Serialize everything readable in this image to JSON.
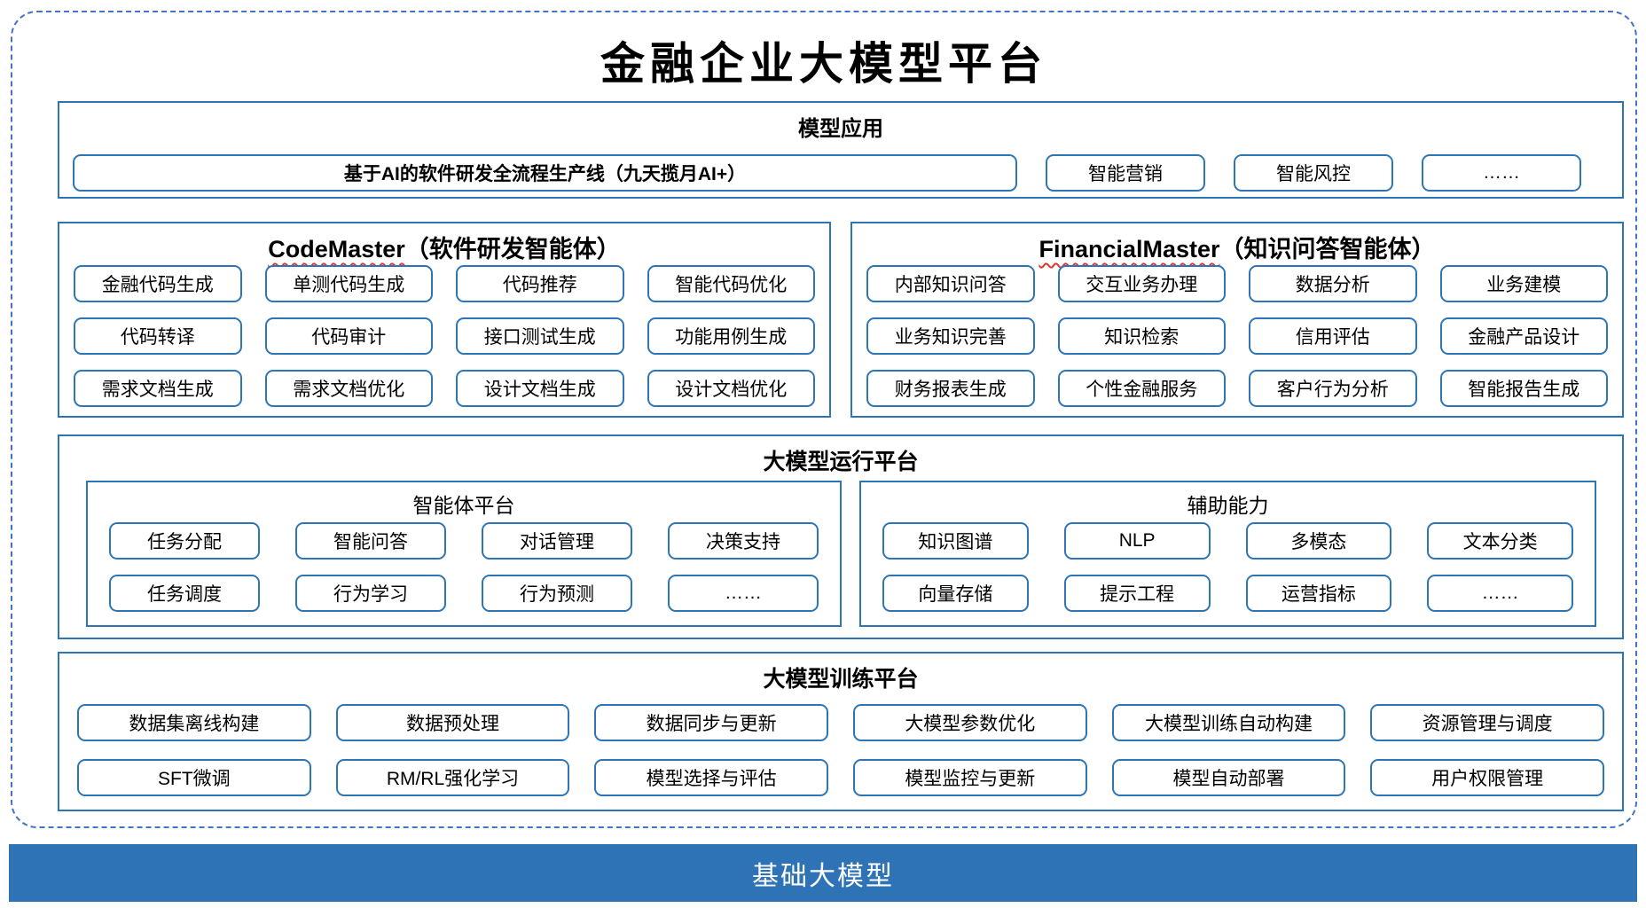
{
  "title": "金融企业大模型平台",
  "colors": {
    "panel_border": "#2E75B6",
    "outer_dashed_border": "#4472C4",
    "base_bar_blue": "#2E73B5",
    "squiggle_red": "#E8352B"
  },
  "model_app": {
    "title": "模型应用",
    "main_box": "基于AI的软件研发全流程生产线（九天揽月AI+）",
    "boxes": [
      "智能营销",
      "智能风控",
      "……"
    ]
  },
  "code_master": {
    "title_en": "CodeMaster",
    "title_zh": "（软件研发智能体）",
    "boxes": [
      "金融代码生成",
      "单测代码生成",
      "代码推荐",
      "智能代码优化",
      "代码转译",
      "代码审计",
      "接口测试生成",
      "功能用例生成",
      "需求文档生成",
      "需求文档优化",
      "设计文档生成",
      "设计文档优化"
    ]
  },
  "financial_master": {
    "title_en": "FinancialMaster",
    "title_zh": "（知识问答智能体）",
    "boxes": [
      "内部知识问答",
      "交互业务办理",
      "数据分析",
      "业务建模",
      "业务知识完善",
      "知识检索",
      "信用评估",
      "金融产品设计",
      "财务报表生成",
      "个性金融服务",
      "客户行为分析",
      "智能报告生成"
    ]
  },
  "runtime_platform": {
    "title": "大模型运行平台",
    "agent_platform": {
      "title": "智能体平台",
      "boxes": [
        "任务分配",
        "智能问答",
        "对话管理",
        "决策支持",
        "任务调度",
        "行为学习",
        "行为预测",
        "……"
      ]
    },
    "aux_capability": {
      "title": "辅助能力",
      "boxes": [
        "知识图谱",
        "NLP",
        "多模态",
        "文本分类",
        "向量存储",
        "提示工程",
        "运营指标",
        "……"
      ]
    }
  },
  "training_platform": {
    "title": "大模型训练平台",
    "boxes": [
      "数据集离线构建",
      "数据预处理",
      "数据同步与更新",
      "大模型参数优化",
      "大模型训练自动构建",
      "资源管理与调度",
      "SFT微调",
      "RM/RL强化学习",
      "模型选择与评估",
      "模型监控与更新",
      "模型自动部署",
      "用户权限管理"
    ]
  },
  "base_model": {
    "label": "基础大模型"
  }
}
